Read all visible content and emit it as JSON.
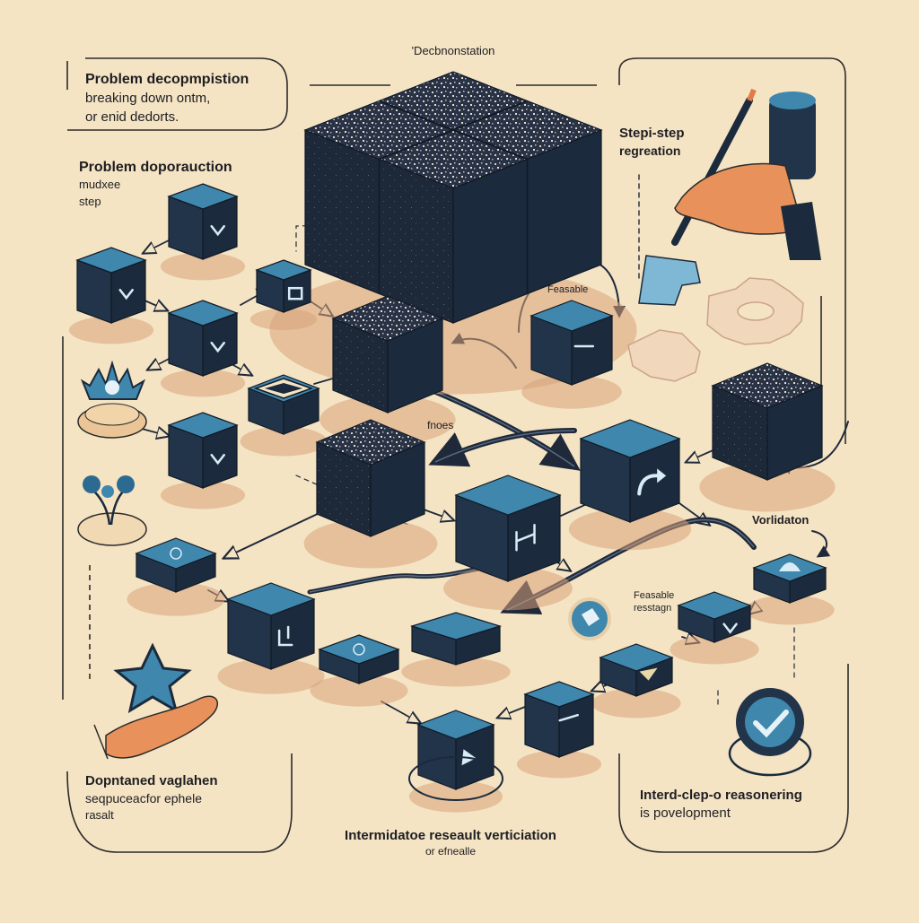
{
  "labels": {
    "top_center": "'Decbnonstation",
    "top_left_line1": "Problem decopmpistion",
    "top_left_line2": "breaking down ontm,",
    "top_left_line3": "or enid dedorts.",
    "mid_left_line1": "Problem doporauction",
    "mid_left_line2": "mudxee",
    "mid_left_line3": "step",
    "top_right_line1": "Stepi-step",
    "top_right_line2": "regreation",
    "feasible_small": "Feasable",
    "fnoes": "fnoes",
    "vorlidaton": "Vorlidaton",
    "feasible_right_line1": "Feasable",
    "feasible_right_line2": "resstagn",
    "bottom_left_line1": "Dopntaned vaglahen",
    "bottom_left_line2": "seqpuceacfor ephele",
    "bottom_left_line3": "rasalt",
    "bottom_right_line1": "Interd-clep-o reasonering",
    "bottom_right_line2": "is povelopment",
    "bottom_center_line1": "Intermidatoe reseault verticiation",
    "bottom_center_line2": "or efnealle"
  },
  "colors": {
    "background": "#f4e4c4",
    "cube_top_blue": "#3f87ad",
    "cube_side_dark": "#1b2a3c",
    "cube_front_dark": "#22344a",
    "cube_noise_top": "#2a3346",
    "shadow": "#d9a27a",
    "arrow": "#20293a",
    "ink": "#1e1e22"
  }
}
